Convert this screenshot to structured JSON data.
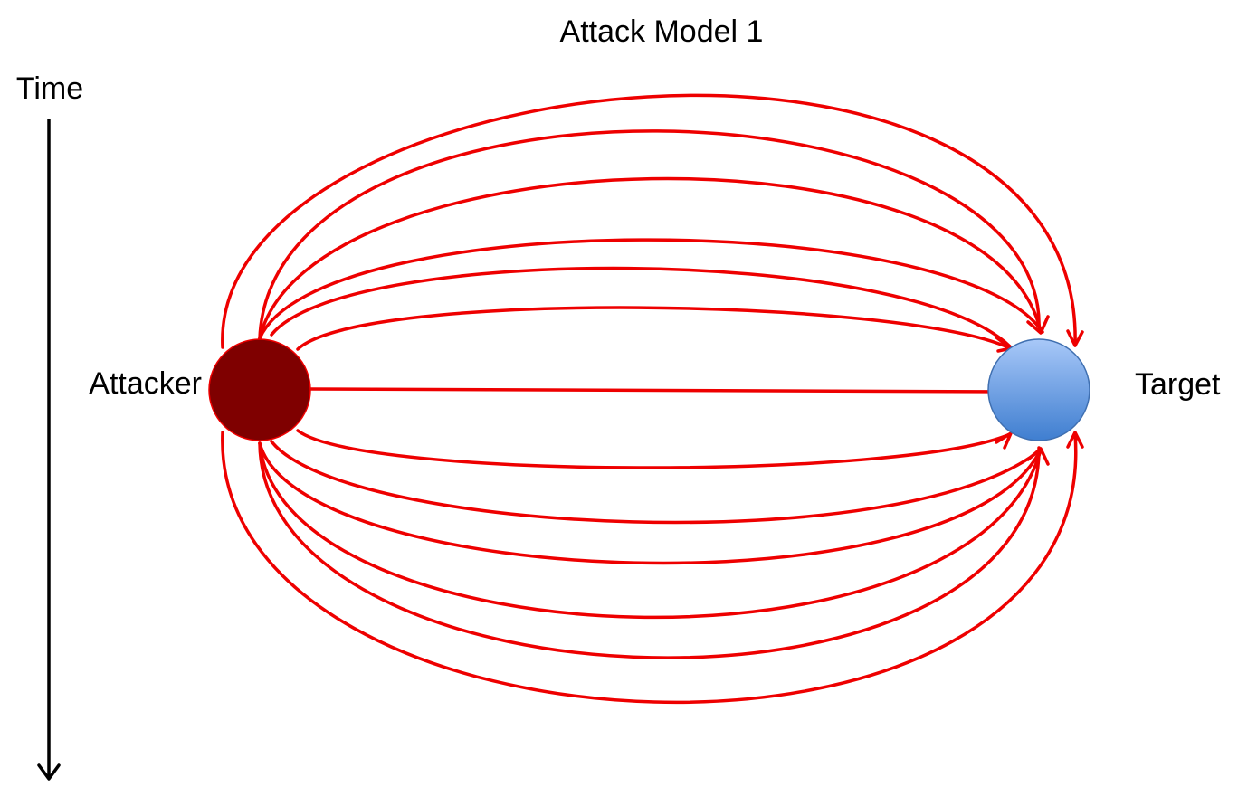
{
  "title": "Attack Model 1",
  "time_axis": {
    "label": "Time"
  },
  "nodes": {
    "attacker": {
      "label": "Attacker",
      "color": "#7f0000"
    },
    "target": {
      "label": "Target",
      "color_top": "#a8c8f8",
      "color_bottom": "#3f7ed0"
    }
  },
  "edges": {
    "color": "#ee0000",
    "count": 13
  }
}
